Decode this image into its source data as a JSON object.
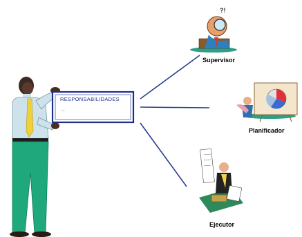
{
  "sign": {
    "title": "RESPONSABILIDADES",
    "body": "..."
  },
  "roles": [
    {
      "label": "Supervisor",
      "icon": "supervisor-clipart-icon"
    },
    {
      "label": "Planificador",
      "icon": "planner-presentation-icon"
    },
    {
      "label": "Ejecutor",
      "icon": "executor-paperwork-icon"
    }
  ],
  "colors": {
    "connector": "#2b3d8f",
    "sign_border": "#1c2f8c",
    "text": "#000000"
  }
}
